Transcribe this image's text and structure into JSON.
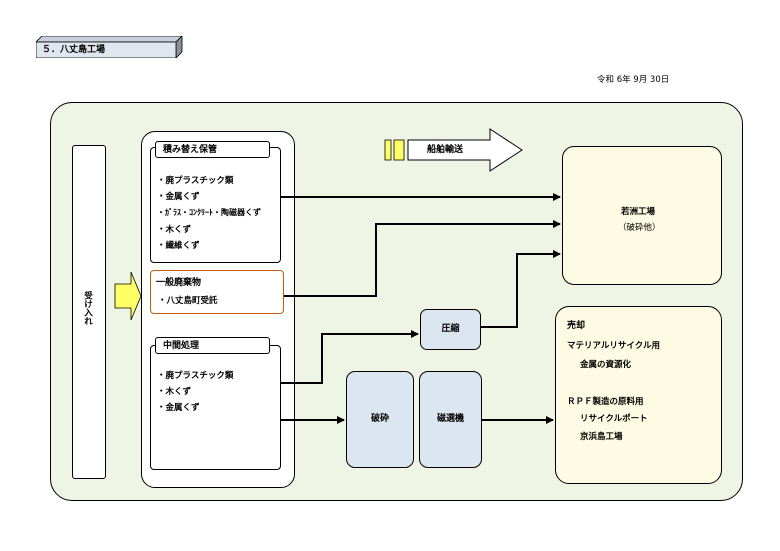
{
  "section_title": "５．八丈島工場",
  "date": "令和  6年   9月  30日",
  "receive": "受け入れ",
  "ship_label": "船舶輸送",
  "groups": {
    "transfer": {
      "title": "積み替え保管",
      "items": [
        "・廃プラスチック類",
        "・金属くず",
        "・ｶﾞﾗｽ・ｺﾝｸﾘｰﾄ・陶磁器くず",
        "・木くず",
        "・繊維くず"
      ]
    },
    "general": {
      "title": "一般廃棄物",
      "items": [
        "・八丈島町受託"
      ]
    },
    "intermediate": {
      "title": "中間処理",
      "items": [
        "・廃プラスチック類",
        "・木くず",
        "・金属くず"
      ]
    }
  },
  "process": {
    "compress": "圧縮",
    "crush": "破砕",
    "magnet": "磁選機"
  },
  "wakasu": {
    "title": "若洲工場",
    "subtitle": "（破砕他）"
  },
  "sale": {
    "title": "売却",
    "lines": [
      "マテリアルリサイクル用",
      "金属の資源化",
      "ＲＰＦ製造の原料用",
      "リサイクルポート",
      "京浜島工場"
    ]
  },
  "colors": {
    "outer_bg": "#eef5e4",
    "yellow_box": "#fdfbe3",
    "blue_box": "#dce6f1",
    "orange_border": "#c55a11",
    "arrow_yellow": "#ffff66"
  }
}
